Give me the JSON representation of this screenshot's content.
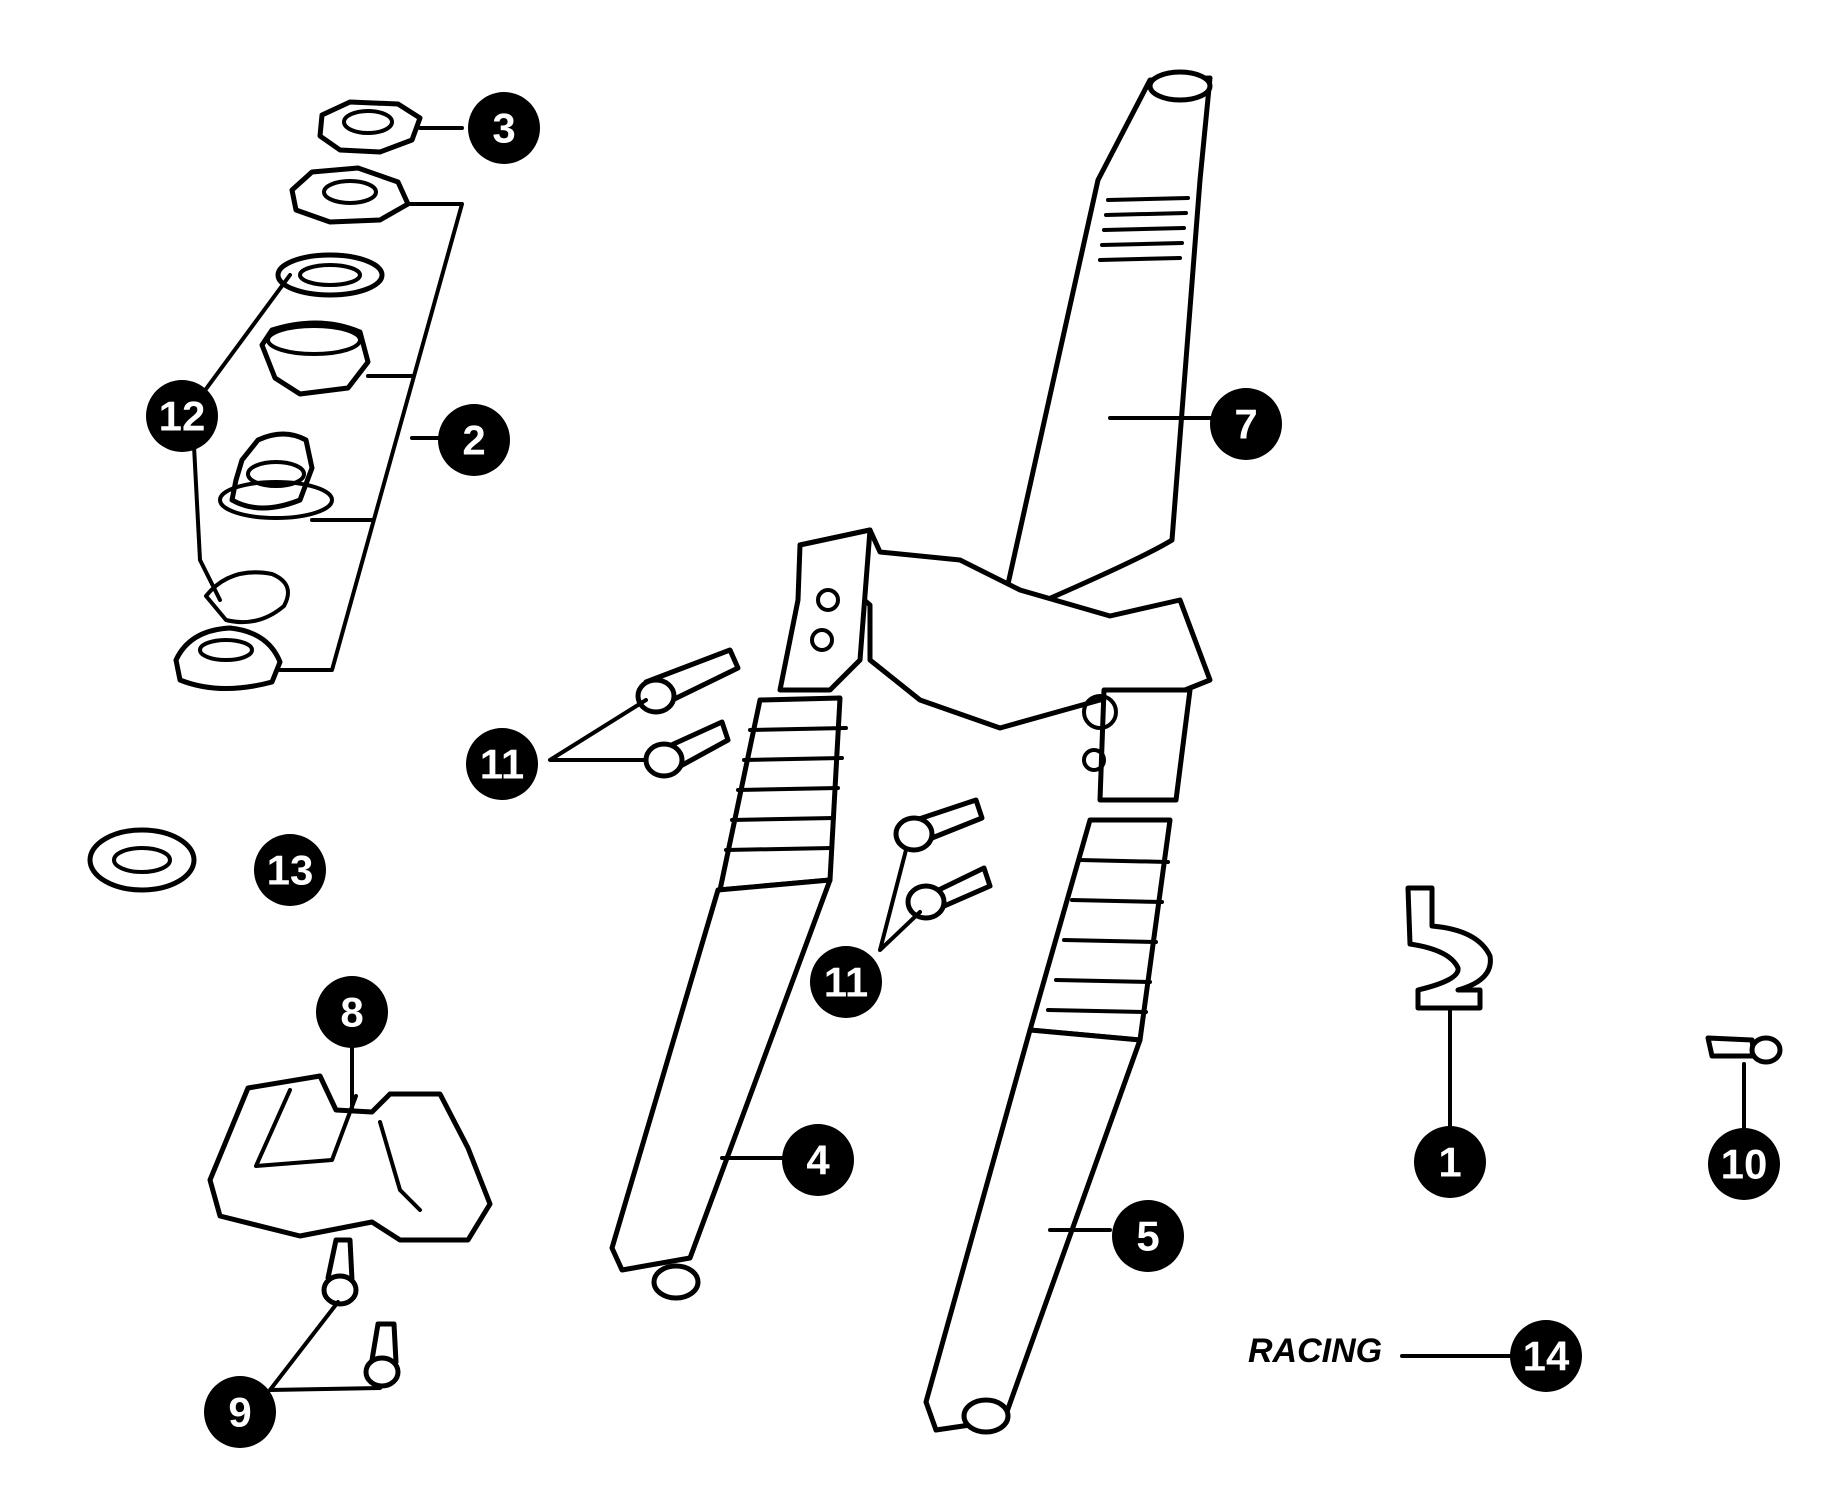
{
  "diagram": {
    "callouts": [
      {
        "id": "callout-1",
        "label": "1"
      },
      {
        "id": "callout-2",
        "label": "2"
      },
      {
        "id": "callout-3",
        "label": "3"
      },
      {
        "id": "callout-4",
        "label": "4"
      },
      {
        "id": "callout-5",
        "label": "5"
      },
      {
        "id": "callout-7",
        "label": "7"
      },
      {
        "id": "callout-8",
        "label": "8"
      },
      {
        "id": "callout-9",
        "label": "9"
      },
      {
        "id": "callout-10",
        "label": "10"
      },
      {
        "id": "callout-11a",
        "label": "11"
      },
      {
        "id": "callout-11b",
        "label": "11"
      },
      {
        "id": "callout-12",
        "label": "12"
      },
      {
        "id": "callout-13",
        "label": "13"
      },
      {
        "id": "callout-14",
        "label": "14"
      }
    ],
    "decal_text": "RACING"
  }
}
